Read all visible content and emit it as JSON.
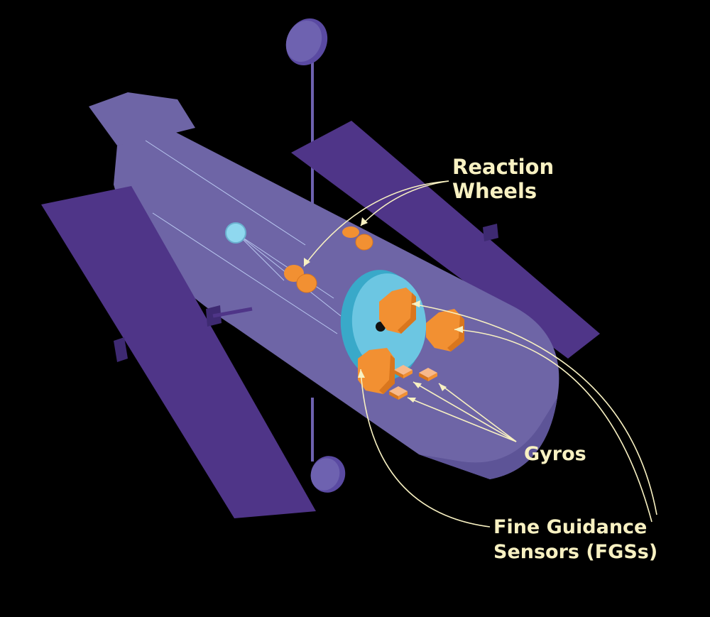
{
  "labels": {
    "reaction_wheels": [
      "Reaction",
      "Wheels"
    ],
    "gyros": "Gyros",
    "fgs": [
      "Fine Guidance",
      "Sensors (FGSs)"
    ]
  },
  "colors": {
    "background": "#000000",
    "solar_panel": "#4f3588",
    "body": "#6e65a6",
    "body_shade": "#5d5497",
    "antenna": "#6e62b0",
    "bulkhead": "#6cc6e2",
    "bulkhead_edge": "#39a9c9",
    "component": "#f29032",
    "component_dark": "#d9761d",
    "callout": "#f8f1c2"
  }
}
